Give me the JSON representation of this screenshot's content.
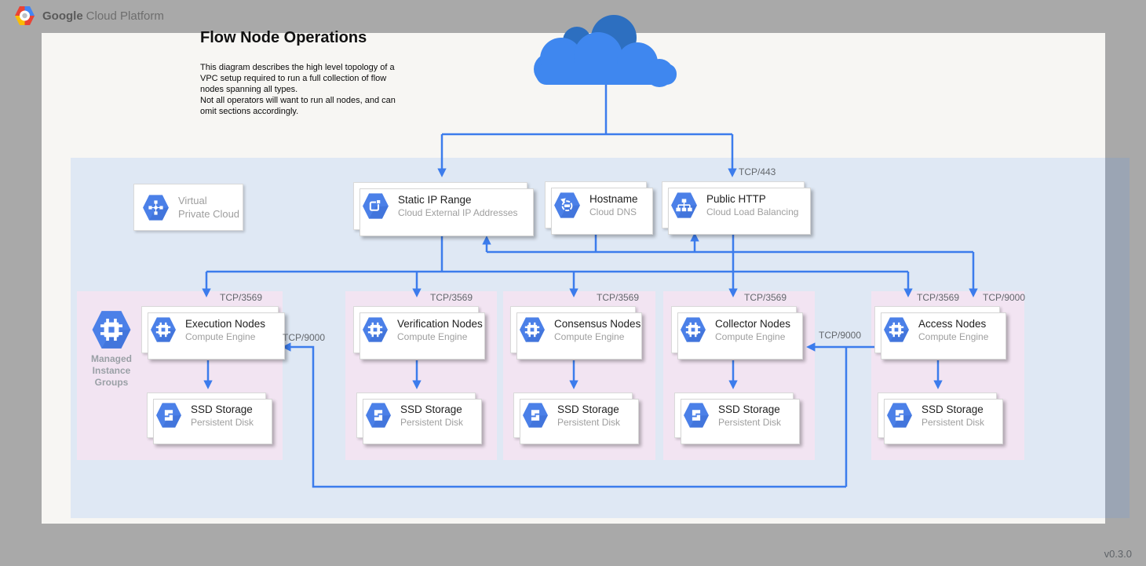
{
  "header": {
    "brand_bold": "Google",
    "brand_rest": "Cloud Platform"
  },
  "canvas": {
    "title": "Flow Node Operations",
    "description_lines": [
      "This diagram describes the high level topology of a",
      "VPC setup required to run a full collection of flow",
      "nodes spanning all types.",
      "Not all operators will want to run all nodes, and can",
      "omit sections accordingly."
    ],
    "version": "v0.3.0"
  },
  "ports": {
    "https": "TCP/443",
    "flow": "TCP/3569",
    "peer": "TCP/9000"
  },
  "vpc": {
    "label_line1": "Virtual",
    "label_line2": "Private Cloud"
  },
  "services": {
    "static_ip": {
      "title": "Static IP Range",
      "subtitle": "Cloud External IP Addresses"
    },
    "hostname": {
      "title": "Hostname",
      "subtitle": "Cloud DNS"
    },
    "public_http": {
      "title": "Public HTTP",
      "subtitle": "Cloud Load Balancing"
    }
  },
  "mig": {
    "label_lines": [
      "Managed",
      "Instance",
      "Groups"
    ]
  },
  "node_groups": [
    {
      "title": "Execution Nodes",
      "subtitle": "Compute Engine",
      "storage_title": "SSD Storage",
      "storage_subtitle": "Persistent Disk",
      "inbound": "TCP/3569"
    },
    {
      "title": "Verification Nodes",
      "subtitle": "Compute Engine",
      "storage_title": "SSD Storage",
      "storage_subtitle": "Persistent Disk",
      "inbound": "TCP/3569"
    },
    {
      "title": "Consensus Nodes",
      "subtitle": "Compute Engine",
      "storage_title": "SSD Storage",
      "storage_subtitle": "Persistent Disk",
      "inbound": "TCP/3569"
    },
    {
      "title": "Collector Nodes",
      "subtitle": "Compute Engine",
      "storage_title": "SSD Storage",
      "storage_subtitle": "Persistent Disk",
      "inbound": "TCP/3569"
    },
    {
      "title": "Access Nodes",
      "subtitle": "Compute Engine",
      "storage_title": "SSD Storage",
      "storage_subtitle": "Persistent Disk",
      "inbound": "TCP/3569",
      "inbound2": "TCP/9000"
    }
  ],
  "colors": {
    "hexagon_blue": "#4b80e8",
    "line_blue": "#3c7cec",
    "vpc_tint": "rgba(64,140,255,0.13)",
    "group_pink": "#f2e4f2",
    "cloud_blue": "#3f87ef",
    "cloud_dark": "#2d6fc0"
  }
}
